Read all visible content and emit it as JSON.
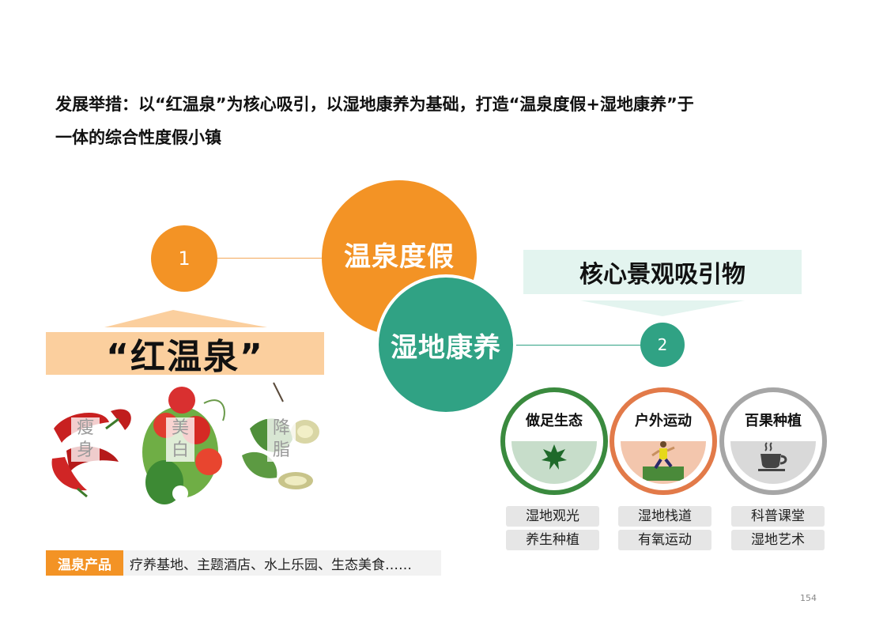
{
  "title": {
    "line1": "发展举措：以“红温泉”为核心吸引，以湿地康养为基础，打造“温泉度假+湿地康养”于",
    "line2": "一体的综合性度假小镇"
  },
  "center": {
    "circle1": "温泉度假",
    "circle2": "湿地康养"
  },
  "left": {
    "number": "1",
    "banner": "“红温泉”",
    "tags": [
      {
        "line1": "瘦",
        "line2": "身"
      },
      {
        "line1": "美",
        "line2": "白"
      },
      {
        "line1": "降",
        "line2": "脂"
      }
    ],
    "products_label": "温泉产品",
    "products_text": "疗养基地、主题酒店、水上乐园、生态美食……"
  },
  "right": {
    "banner": "核心景观吸引物",
    "number": "2",
    "features": [
      {
        "title": "做足生态",
        "icon": "leaf-icon",
        "pills": [
          "湿地观光",
          "养生种植"
        ],
        "ring_color": "#3a8a3e",
        "fill": "#c7ddca"
      },
      {
        "title": "户外运动",
        "icon": "runner-icon",
        "pills": [
          "湿地栈道",
          "有氧运动"
        ],
        "ring_color": "#e27a49",
        "fill": "#f3c6ad"
      },
      {
        "title": "百果种植",
        "icon": "coffee-cup-icon",
        "pills": [
          "科普课堂",
          "湿地艺术"
        ],
        "ring_color": "#a6a6a6",
        "fill": "#d9d9d9"
      }
    ]
  },
  "page_number": "154",
  "colors": {
    "orange": "#f39325",
    "teal": "#30a284",
    "peach": "#fbcf9e",
    "mint": "#e3f4ef"
  }
}
